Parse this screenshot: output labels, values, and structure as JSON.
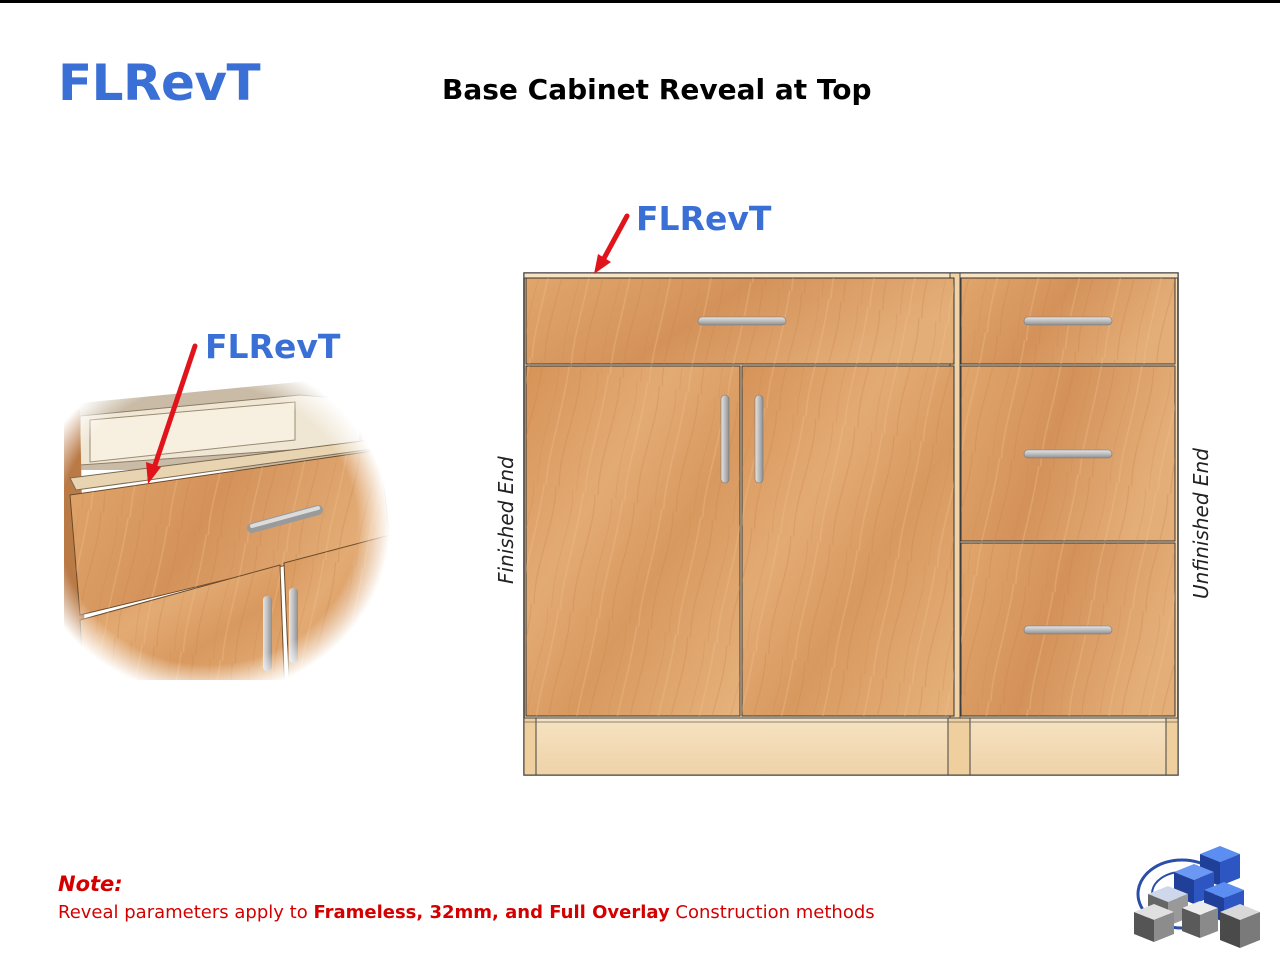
{
  "slide": {
    "title": "FLRevT",
    "heading": "Base Cabinet Reveal at Top"
  },
  "callouts": {
    "main": "FLRevT",
    "detail": "FLRevT"
  },
  "labels": {
    "finished_end": "Finished End",
    "unfinished_end": "Unfinished End"
  },
  "note": {
    "title": "Note:",
    "prefix": "Reveal parameters apply to ",
    "highlight": "Frameless,  32mm,  and Full Overlay",
    "suffix": " Construction  methods"
  },
  "colors": {
    "accent_blue": "#3a6fd6",
    "arrow_red": "#e0141a",
    "note_red": "#d40000",
    "wood": "#dba06a",
    "wood_light": "#f3d9b0",
    "handle": "#c8c8c8"
  },
  "icons": {
    "logo": "cube-logo-icon",
    "arrow": "red-arrow-icon"
  }
}
